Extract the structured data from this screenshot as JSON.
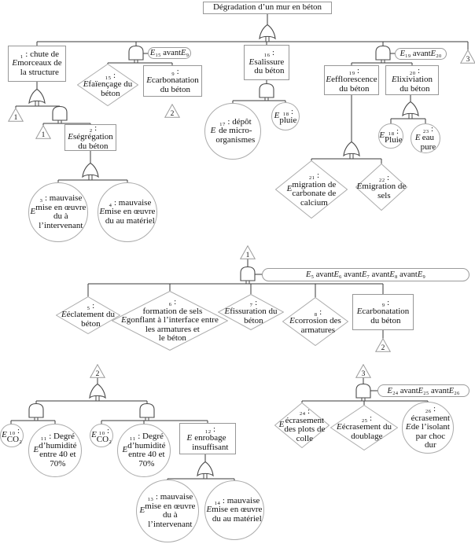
{
  "diagram": {
    "root_label": "Dégradation d’un mur en béton",
    "events": {
      "e1": "E₁ : chute de\nmorceaux de\nla structure",
      "e2": "E₂ :\nségrégation\ndu béton",
      "e3": "E₃ : mauvaise\nmise en œuvre\ndu à\nl’intervenant",
      "e4": "E₄ : mauvaise\nmise en œuvre\ndu au matériel",
      "e5": "E₅ :\néclatement du\nbéton",
      "e6": "E₆ :\nformation de sels\ngonflant à l’interface entre\nles armatures et\nle béton",
      "e7": "E₇ :\nfissuration du\nbéton",
      "e8": "E₈ :\ncorrosion des\narmatures",
      "e9": "E₉ :\ncarbonatation\ndu béton",
      "e10": "E₁₀ :\nCO₂",
      "e11": "E₁₁ : Degré\nd’humidité\nentre 40 et\n70%",
      "e12": "E₁₂ :\nenrobage\ninsuffisant",
      "e13": "E₁₃ : mauvaise\nmise en œuvre\ndu à\nl’intervenant",
      "e14": "E₁₄ : mauvaise\nmise en œuvre\ndu au matériel",
      "e15": "E₁₅ :\nfaïençage du\nbéton",
      "e16": "E₁₆ :\nsalissure\ndu béton",
      "e17": "E₁₇ : dépôt\nde micro-\norganismes",
      "e18_lower": "E₁₈ :\npluie",
      "e18_upper": "E₁₈ :\nPluie",
      "e19": "E₁₉ :\nefflorescence\ndu béton",
      "e20": "E₂₀ :\nlixiviation\ndu béton",
      "e21": "E₂₁ :\nmigration de\ncarbonate de\ncalcium",
      "e22": "E₂₂ :\nmigration de\nsels",
      "e23": "E₂₃ :\neau\npure",
      "e24": "E₂₄ :\nécrasement\ndes plots de\ncolle",
      "e25": "E₂₅ :\nécrasement du\ndoublage",
      "e26": "E₂₆ :\nécrasement\nde l’isolant\npar choc\ndur"
    },
    "conditions": {
      "c_e15_e9": "E₁₅ avant E₉",
      "c_e19_e20": "E₁₉ avant E₂₀",
      "c_seq5_9": "E₅ avant E₆ avant E₇ avant E₈ avant E₉",
      "c_seq24_26": "E₂₄ avant E₂₅ avant E₂₆"
    },
    "transfers": {
      "a": "1",
      "b": "1",
      "c": "2",
      "d": "3",
      "e": "1",
      "f": "2",
      "g": "2",
      "h": "3"
    }
  }
}
